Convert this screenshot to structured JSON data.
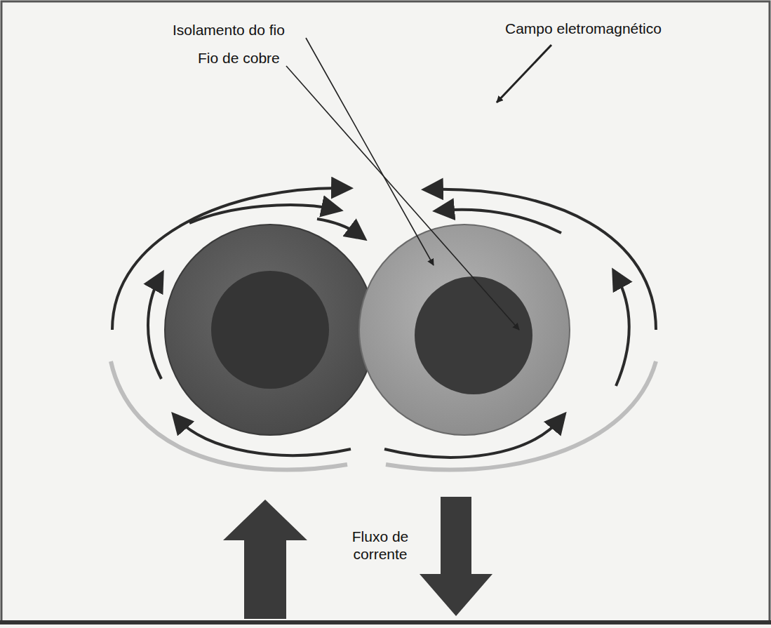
{
  "diagram": {
    "labels": [
      "Isolamento do fio",
      "Fio de cobre",
      "Campo eletromagnético",
      "Fluxo de corrente"
    ]
  }
}
